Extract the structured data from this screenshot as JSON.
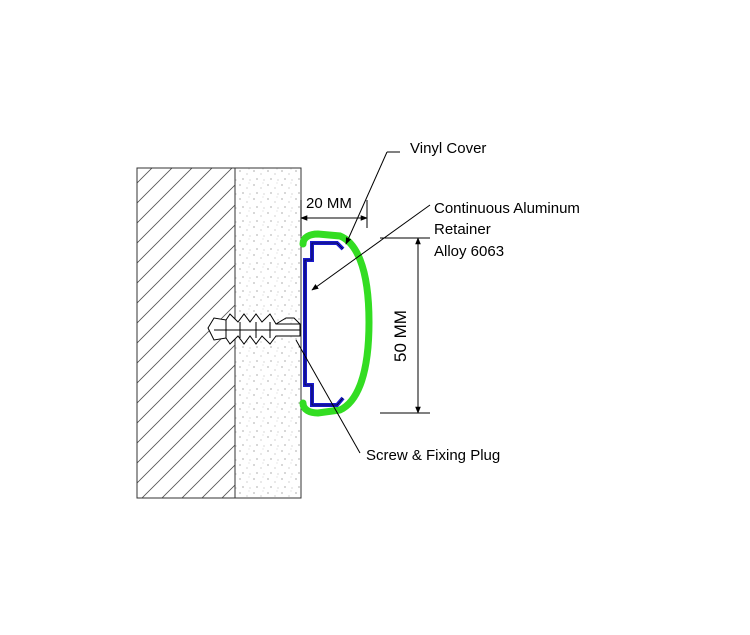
{
  "labels": {
    "vinyl_cover": "Vinyl Cover",
    "retainer_line1": "Continuous Aluminum",
    "retainer_line2": "Retainer",
    "retainer_line3": "Alloy 6063",
    "depth_dim": "20 MM",
    "height_dim": "50 MM",
    "fixing": "Screw & Fixing Plug"
  },
  "colors": {
    "vinyl": "#33dd22",
    "retainer": "#1a1acc",
    "lines": "#000000"
  }
}
